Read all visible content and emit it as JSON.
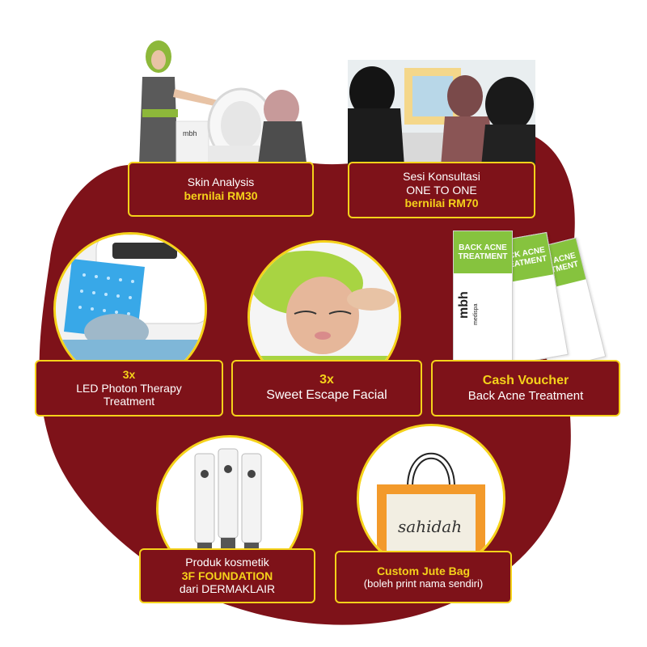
{
  "labels": {
    "skin_analysis": {
      "line1": "Skin Analysis",
      "line2": "bernilai RM30"
    },
    "konsultasi": {
      "line1": "Sesi Konsultasi",
      "line2": "ONE TO ONE",
      "line3": "bernilai RM70"
    },
    "led": {
      "line1": "3x",
      "line2": "LED Photon Therapy",
      "line3": "Treatment"
    },
    "facial": {
      "line1": "3x",
      "line2": "Sweet Escape Facial"
    },
    "voucher": {
      "line1": "Cash Voucher",
      "line2": "Back Acne Treatment"
    },
    "foundation": {
      "line1": "Produk kosmetik",
      "line2": "3F FOUNDATION",
      "line3": "dari DERMAKLAIR"
    },
    "jute": {
      "line1": "Custom Jute Bag",
      "line2": "(boleh print nama sendiri)"
    }
  },
  "voucher_card": {
    "header": "BACK ACNE TREATMENT",
    "brand": "mbh",
    "brand_sub": "medispa"
  },
  "machine_logo": "mbh",
  "bag_text": "sahidah",
  "colors": {
    "maroon": "#7e1219",
    "gold": "#f5d21a",
    "green": "#86c33e",
    "orange": "#f39a2b"
  }
}
